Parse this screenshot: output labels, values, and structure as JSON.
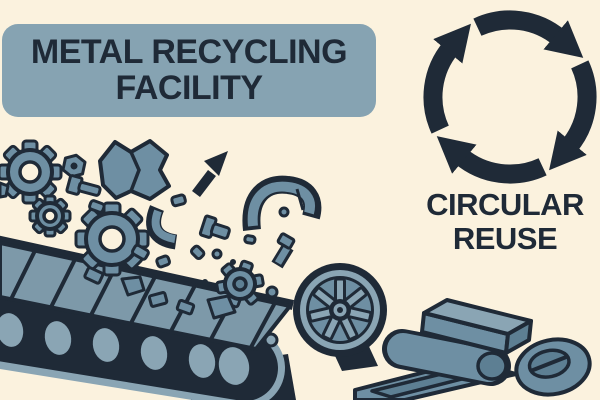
{
  "banner": {
    "line1": "METAL RECYCLING",
    "line2": "FACILITY"
  },
  "caption": {
    "line1": "CIRCULAR",
    "line2": "REUSE"
  },
  "colors": {
    "background": "#fbf2de",
    "banner": "#86a3b2",
    "ink": "#1f2a37",
    "steel": "#6e8fa3",
    "steel_light": "#8aa5b4",
    "steel_dark": "#5d7f93",
    "belt_surface": "#7d99a9"
  },
  "icons": [
    "recycling-arrows-icon",
    "up-arrow-icon",
    "gear-icon",
    "bolt-icon",
    "nut-icon",
    "pipe-elbow-icon",
    "scrap-chunk-icon",
    "conveyor-belt",
    "spoked-wheel-icon",
    "metal-bar-icon",
    "metal-rod-icon",
    "metal-ring-icon",
    "metal-slab-icon"
  ]
}
